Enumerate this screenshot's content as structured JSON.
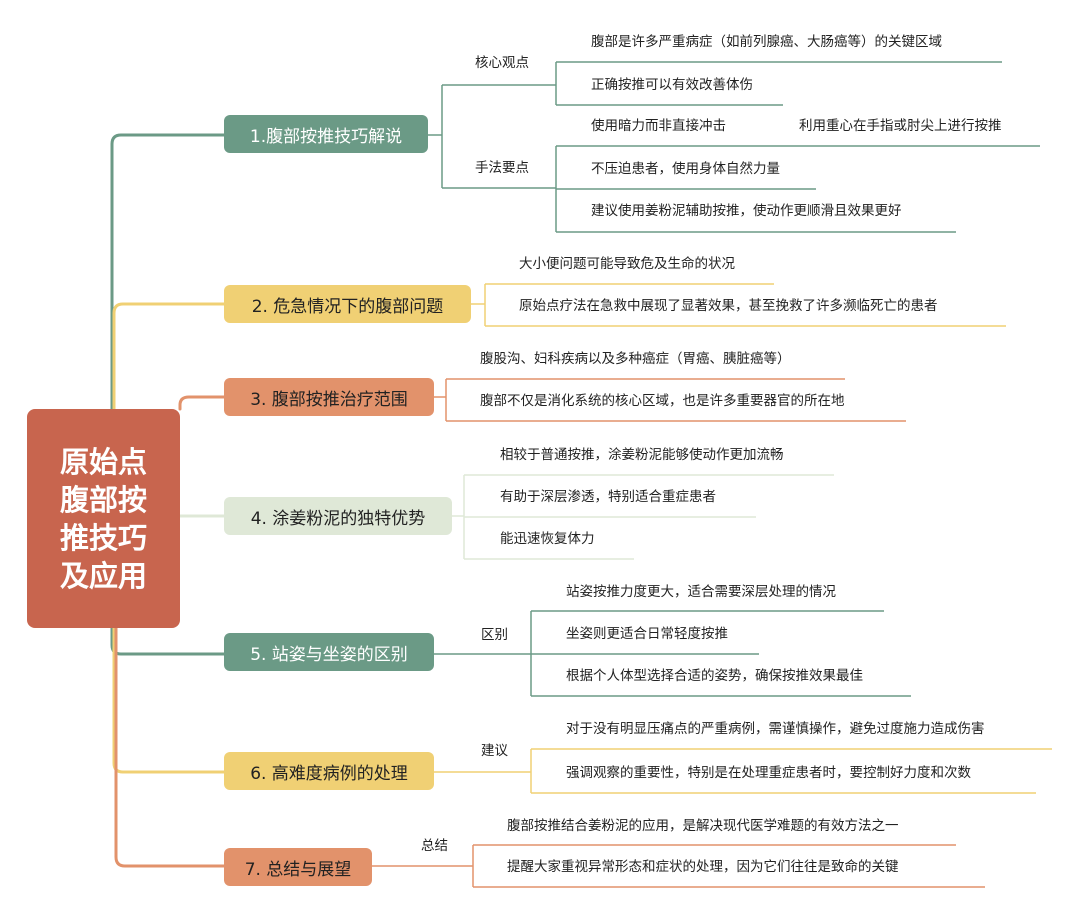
{
  "root": {
    "title": "原始点\n腹部按\n推技巧\n及应用"
  },
  "topics": [
    {
      "label": "1.腹部按推技巧解说",
      "groups": [
        {
          "label": "核心观点",
          "items": [
            "腹部是许多严重病症（如前列腺癌、大肠癌等）的关键区域",
            "正确按推可以有效改善体伤"
          ]
        },
        {
          "label": "手法要点",
          "items": [
            "使用暗力而非直接冲击",
            "利用重心在手指或肘尖上进行按推",
            "不压迫患者，使用身体自然力量",
            "建议使用姜粉泥辅助按推，使动作更顺滑且效果更好"
          ]
        }
      ]
    },
    {
      "label": "2. 危急情况下的腹部问题",
      "items": [
        "大小便问题可能导致危及生命的状况",
        "原始点疗法在急救中展现了显著效果，甚至挽救了许多濒临死亡的患者"
      ]
    },
    {
      "label": "3. 腹部按推治疗范围",
      "items": [
        "腹股沟、妇科疾病以及多种癌症（胃癌、胰脏癌等）",
        "腹部不仅是消化系统的核心区域，也是许多重要器官的所在地"
      ]
    },
    {
      "label": "4. 涂姜粉泥的独特优势",
      "items": [
        "相较于普通按推，涂姜粉泥能够使动作更加流畅",
        "有助于深层渗透，特别适合重症患者",
        "能迅速恢复体力"
      ]
    },
    {
      "label": "5. 站姿与坐姿的区别",
      "groups": [
        {
          "label": "区别",
          "items": [
            "站姿按推力度更大，适合需要深层处理的情况",
            "坐姿则更适合日常轻度按推",
            "根据个人体型选择合适的姿势，确保按推效果最佳"
          ]
        }
      ]
    },
    {
      "label": "6. 高难度病例的处理",
      "groups": [
        {
          "label": "建议",
          "items": [
            "对于没有明显压痛点的严重病例，需谨慎操作，避免过度施力造成伤害",
            "强调观察的重要性，特别是在处理重症患者时，要控制好力度和次数"
          ]
        }
      ]
    },
    {
      "label": "7. 总结与展望",
      "groups": [
        {
          "label": "总结",
          "items": [
            "腹部按推结合姜粉泥的应用，是解决现代医学难题的有效方法之一",
            "提醒大家重视异常形态和症状的处理，因为它们往往是致命的关键"
          ]
        }
      ]
    }
  ],
  "colors": {
    "root": "#c8654e",
    "green": "#6b9a86",
    "yellow": "#f0d074",
    "orange": "#e2926b",
    "pale_green": "#dfe8d7"
  }
}
